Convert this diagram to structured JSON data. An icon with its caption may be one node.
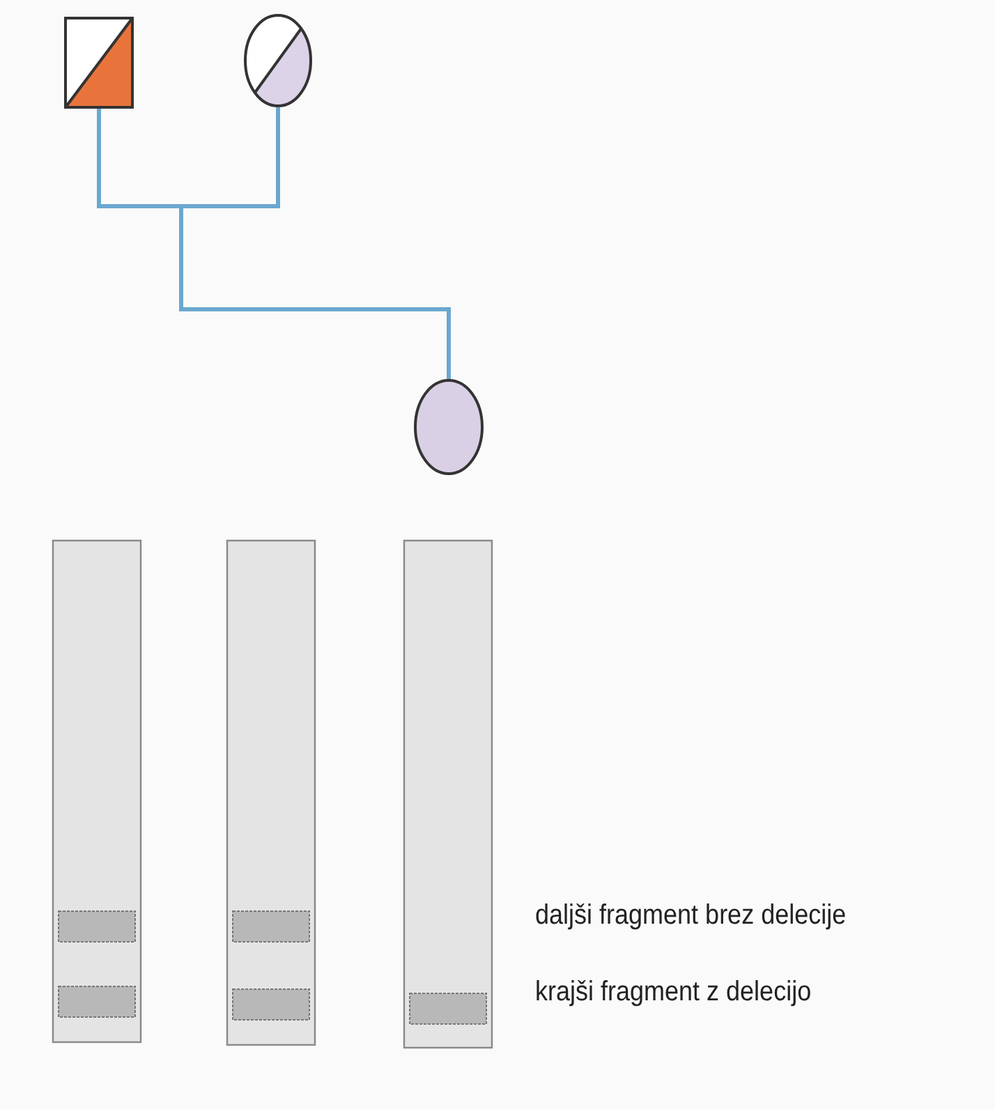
{
  "diagram": {
    "nodes": [
      {
        "text": [],
        "shape": "box"
      },
      {
        "text": [],
        "shape": "circle"
      },
      {
        "text": [],
        "shape": "circle"
      }
    ],
    "edges": [
      {
        "from": 0,
        "to": 2,
        "arrow": "none"
      },
      {
        "from": 1,
        "to": 2,
        "arrow": "none"
      }
    ],
    "labels": [
      "daljši fragment brez delecije",
      "krajši fragment z delecijo"
    ]
  }
}
